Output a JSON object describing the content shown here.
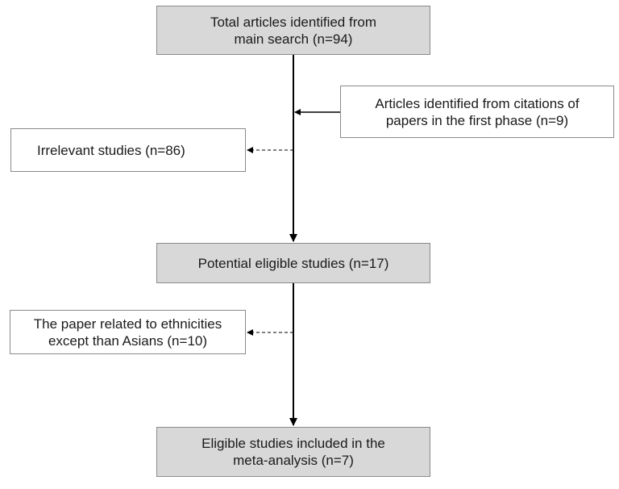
{
  "diagram": {
    "boxes": {
      "total": "Total articles identified from\nmain search (n=94)",
      "citations": "Articles identified from citations of\npapers in the first phase (n=9)",
      "irrelevant": "Irrelevant studies (n=86)",
      "potential": "Potential eligible studies (n=17)",
      "ethnicities": "The paper related to ethnicities\nexcept than Asians (n=10)",
      "eligible": "Eligible studies included in the\nmeta-analysis (n=7)"
    },
    "colors": {
      "main_box_fill": "#d8d8d8",
      "side_box_fill": "#ffffff",
      "border": "#8a8a8a",
      "arrow": "#000000"
    }
  }
}
